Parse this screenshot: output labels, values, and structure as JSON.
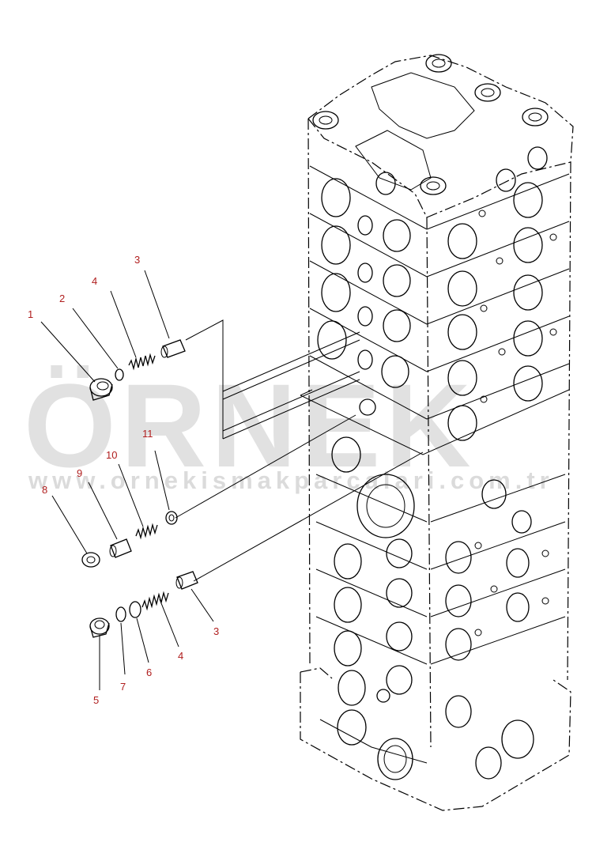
{
  "watermark": {
    "logo_text": "ÖRNEK",
    "url_text": "www.ornekismakparcalari.com.tr",
    "logo_color": "#c9c9c9"
  },
  "callout_color": "#b01e1e",
  "callouts": [
    {
      "id": "c1a",
      "label": "1"
    },
    {
      "id": "c2a",
      "label": "2"
    },
    {
      "id": "c4a",
      "label": "4"
    },
    {
      "id": "c3a",
      "label": "3"
    },
    {
      "id": "c11",
      "label": "11"
    },
    {
      "id": "c10",
      "label": "10"
    },
    {
      "id": "c9",
      "label": "9"
    },
    {
      "id": "c8",
      "label": "8"
    },
    {
      "id": "c3b",
      "label": "3"
    },
    {
      "id": "c4b",
      "label": "4"
    },
    {
      "id": "c6",
      "label": "6"
    },
    {
      "id": "c7",
      "label": "7"
    },
    {
      "id": "c5",
      "label": "5"
    }
  ]
}
